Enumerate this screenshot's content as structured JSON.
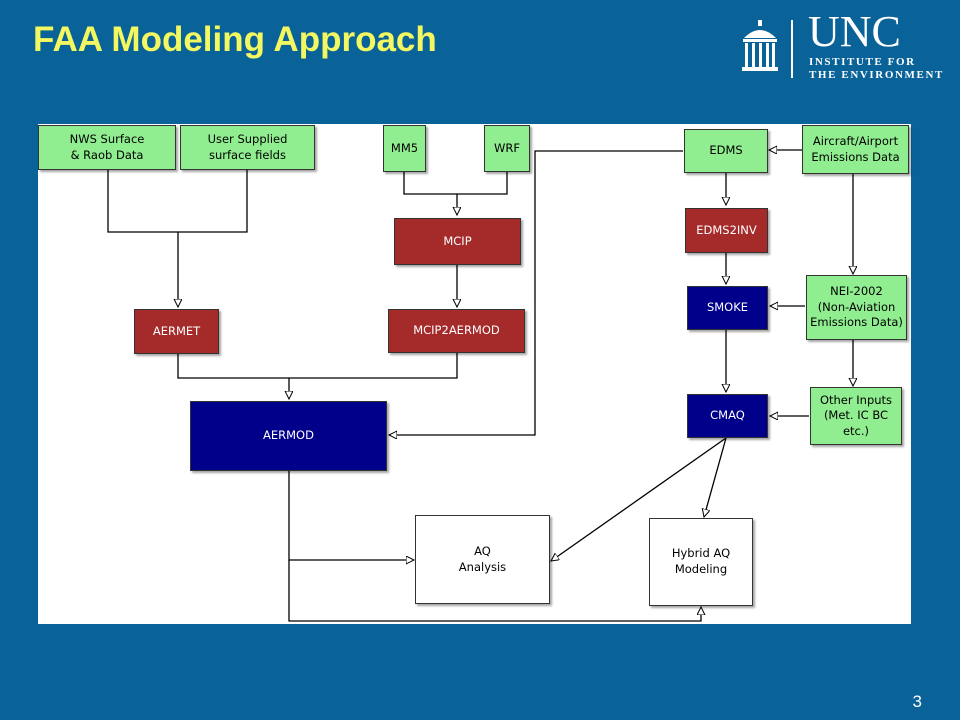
{
  "slide": {
    "title": "FAA Modeling Approach",
    "page_number": "3"
  },
  "logo": {
    "name": "UNC",
    "line1": "INSTITUTE FOR",
    "line2": "THE ENVIRONMENT"
  },
  "nodes": {
    "nws": "NWS Surface\n& Raob Data",
    "user": "User Supplied\nsurface fields",
    "mm5": "MM5",
    "wrf": "WRF",
    "edms": "EDMS",
    "aircraft": "Aircraft/Airport\nEmissions Data",
    "mcip": "MCIP",
    "edms2inv": "EDMS2INV",
    "smoke": "SMOKE",
    "nei": "NEI-2002\n(Non-Aviation\nEmissions Data)",
    "aermet": "AERMET",
    "mcip2aermod": "MCIP2AERMOD",
    "aermod": "AERMOD",
    "cmaq": "CMAQ",
    "other": "Other Inputs\n(Met. IC BC\netc.)",
    "aq": "AQ\nAnalysis",
    "hybrid": "Hybrid AQ\nModeling"
  },
  "colors": {
    "background": "#0a6398",
    "title": "#f3f760",
    "input_node": "#90ee90",
    "processor_node": "#a52a2a",
    "model_node": "#00008b",
    "output_node": "#ffffff"
  }
}
